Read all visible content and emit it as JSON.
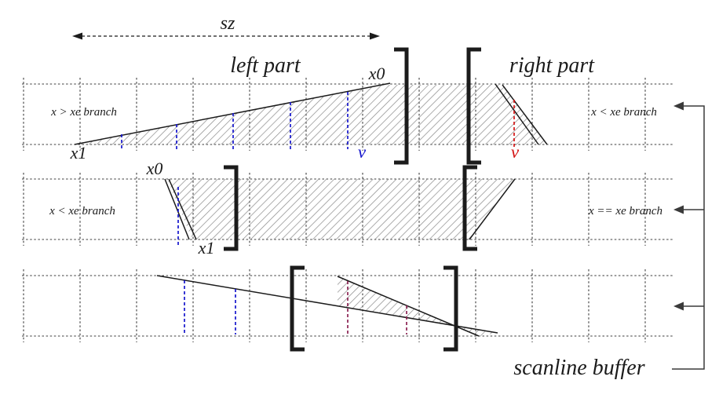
{
  "colors": {
    "ink": "#1b1b1b",
    "grid": "#3d3d3d",
    "hatch": "#8a8a8a",
    "blue": "#1515cc",
    "red": "#d41414",
    "maroon": "#8b2252",
    "connector": "#3a3a3a"
  },
  "header": {
    "size_label": "sz",
    "left_part": "left part",
    "right_part": "right part"
  },
  "row1": {
    "x0": "x0",
    "x1": "x1",
    "v_left": "v",
    "v_right": "v",
    "branch_left": "x > xe branch",
    "branch_right": "x < xe branch"
  },
  "row2": {
    "x0": "x0",
    "x1": "x1",
    "branch_left": "x < xe branch",
    "branch_right": "x == xe branch"
  },
  "footer": {
    "buffer_label": "scanline buffer"
  }
}
